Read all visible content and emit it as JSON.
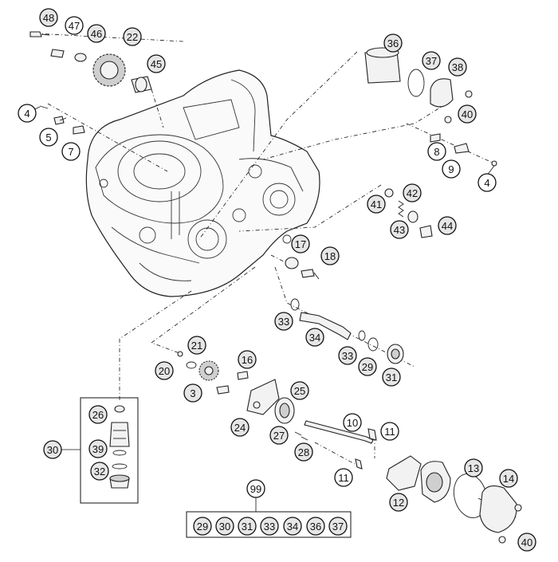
{
  "callouts": [
    "48",
    "47",
    "46",
    "22",
    "45",
    "4",
    "5",
    "7",
    "36",
    "37",
    "38",
    "40",
    "8",
    "9",
    "4",
    "41",
    "42",
    "43",
    "44",
    "17",
    "18",
    "33",
    "34",
    "33",
    "29",
    "31",
    "21",
    "20",
    "3",
    "16",
    "25",
    "24",
    "27",
    "28",
    "10",
    "11",
    "11",
    "12",
    "13",
    "14",
    "40",
    "26",
    "39",
    "32",
    "30",
    "99",
    "29",
    "30",
    "31",
    "33",
    "34",
    "36",
    "37"
  ]
}
